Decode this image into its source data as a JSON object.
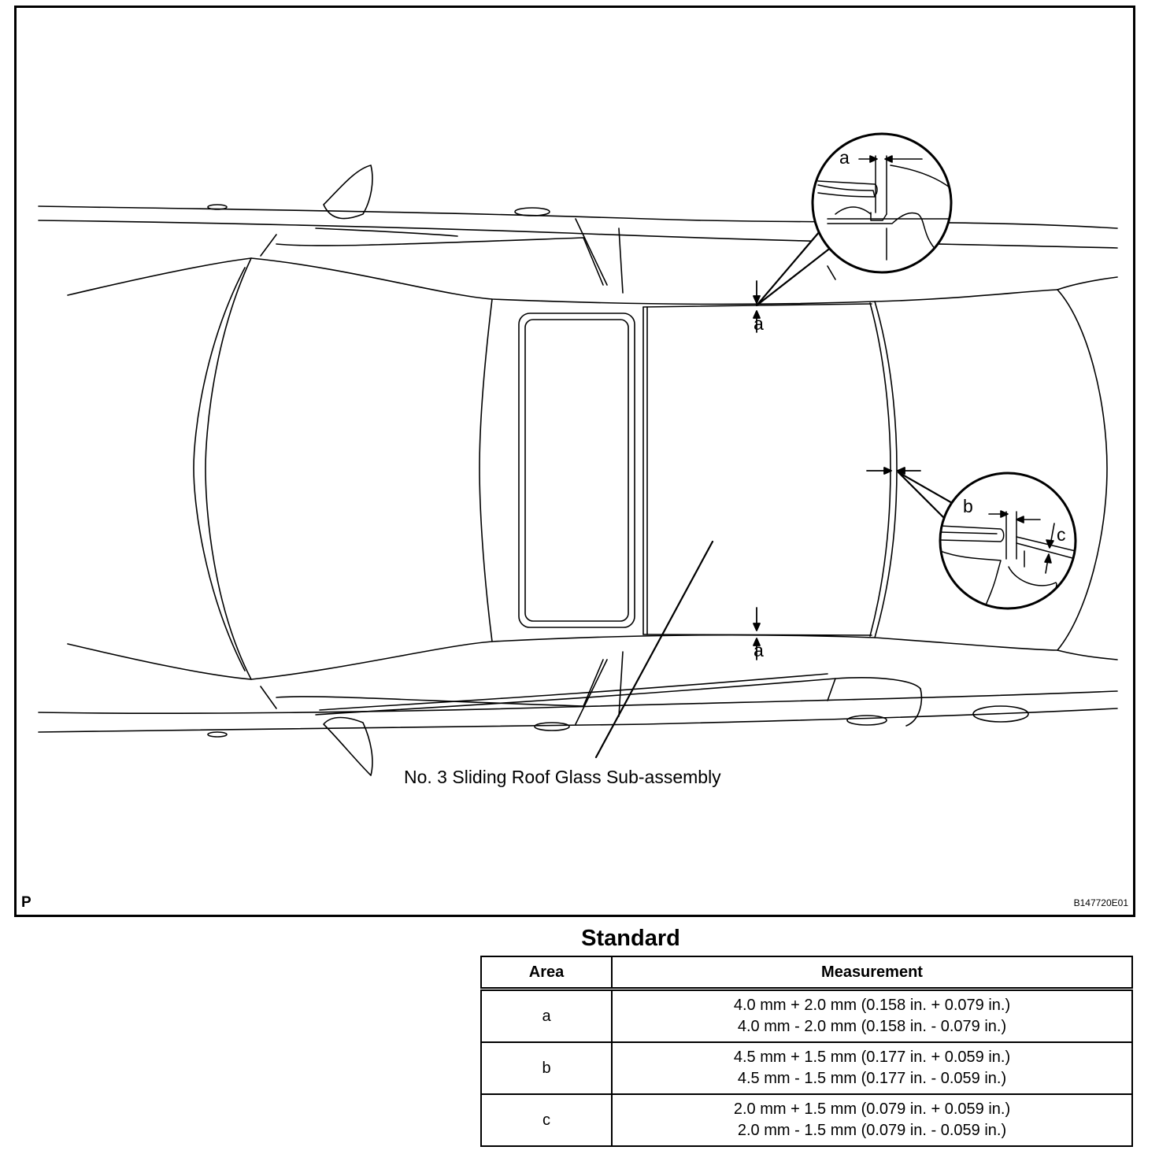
{
  "figure": {
    "callout_label": "No. 3 Sliding Roof Glass Sub-assembly",
    "corner_mark": "P",
    "figure_code": "B147720E01",
    "gap_labels": {
      "a_top": "a",
      "a_bottom": "a",
      "a_detail": "a",
      "b_detail": "b",
      "c_detail": "c"
    }
  },
  "standard": {
    "title": "Standard",
    "headers": {
      "area": "Area",
      "measurement": "Measurement"
    },
    "rows": [
      {
        "area": "a",
        "line1": "4.0 mm + 2.0 mm (0.158 in. + 0.079 in.)",
        "line2": "4.0 mm - 2.0 mm (0.158 in. - 0.079 in.)"
      },
      {
        "area": "b",
        "line1": "4.5 mm + 1.5 mm (0.177 in. + 0.059 in.)",
        "line2": "4.5 mm - 1.5 mm (0.177 in. - 0.059 in.)"
      },
      {
        "area": "c",
        "line1": "2.0 mm + 1.5 mm (0.079 in. + 0.059 in.)",
        "line2": "2.0 mm - 1.5 mm (0.079 in. - 0.059 in.)"
      }
    ]
  }
}
